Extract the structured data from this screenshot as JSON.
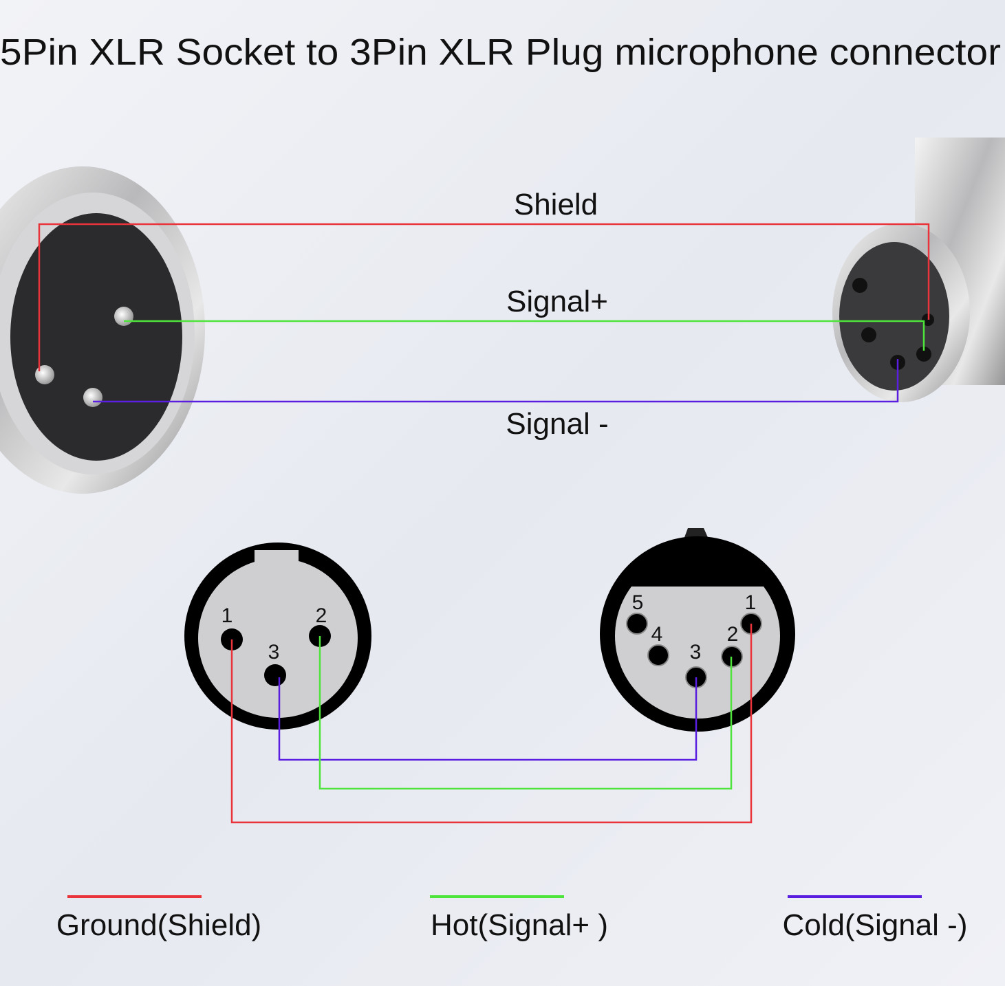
{
  "title": "5Pin XLR Socket to 3Pin XLR Plug microphone connector",
  "wire_labels": {
    "shield": "Shield",
    "signal_plus": "Signal+",
    "signal_minus": "Signal -"
  },
  "three_pin": {
    "pins": [
      "1",
      "2",
      "3"
    ]
  },
  "five_pin": {
    "pins": [
      "1",
      "2",
      "3",
      "4",
      "5"
    ]
  },
  "legend": [
    {
      "label": "Ground(Shield)",
      "color": "#e8343a"
    },
    {
      "label": "Hot(Signal+ )",
      "color": "#4ee43c"
    },
    {
      "label": "Cold(Signal -)",
      "color": "#5a1ee0"
    }
  ],
  "colors": {
    "ground": "#e8343a",
    "hot": "#4ee43c",
    "cold": "#5a1ee0"
  }
}
